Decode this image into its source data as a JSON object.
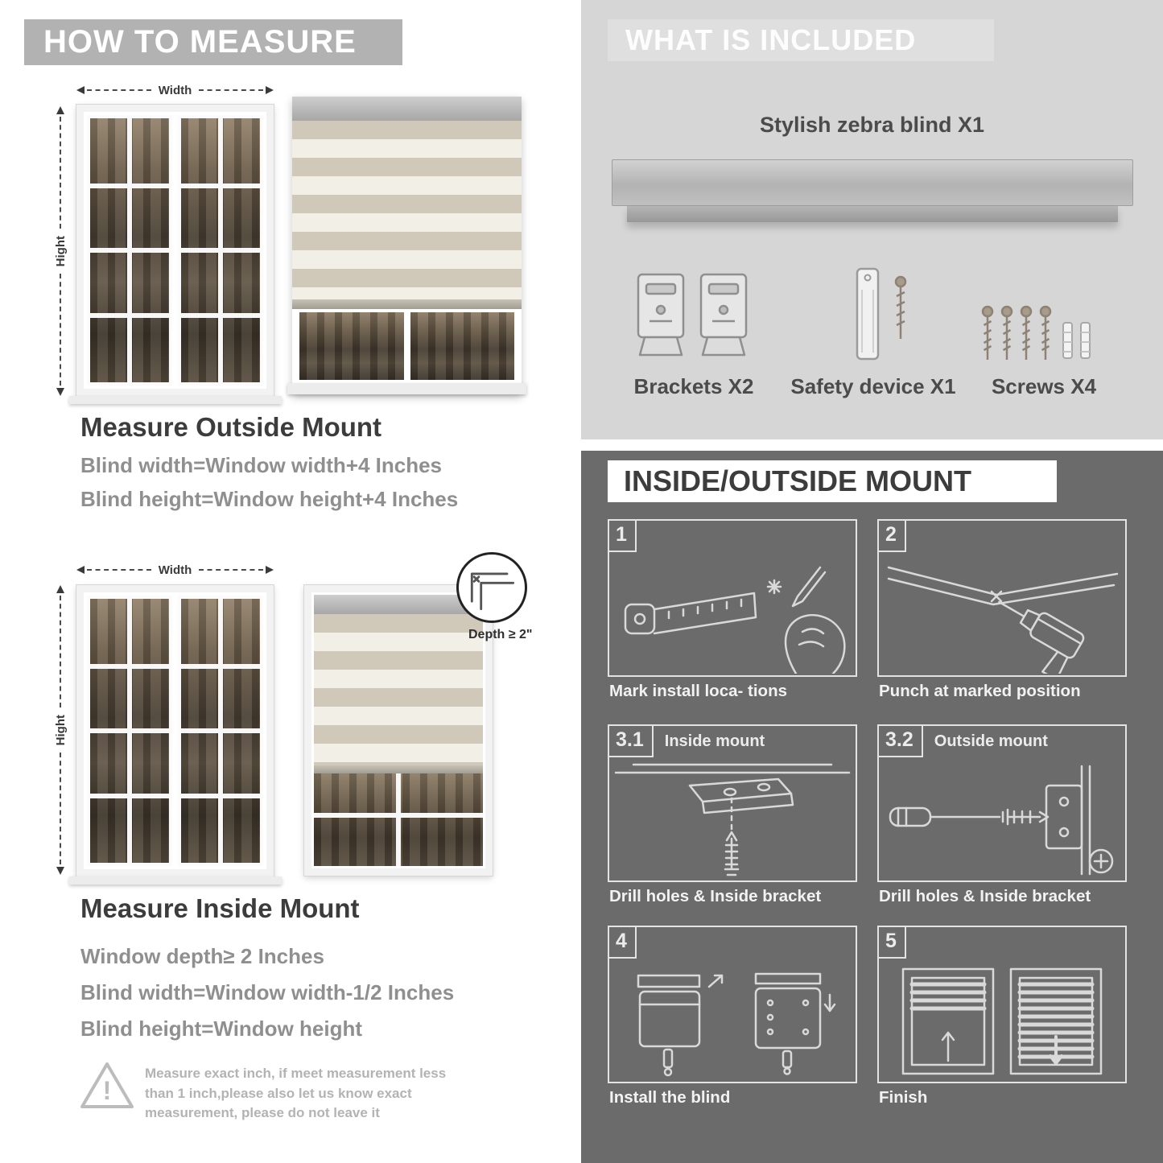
{
  "colors": {
    "left_banner": "#b2b2b2",
    "included_panel": "#d6d6d6",
    "mount_panel": "#6b6b6b",
    "heading": "#3c3c3c",
    "subtext": "#8f8f8f",
    "zebra_stripe": "#d0c9ba"
  },
  "how_to_measure": {
    "header": "HOW TO MEASURE",
    "width_label": "Width",
    "height_label": "Hight",
    "outside": {
      "title": "Measure Outside Mount",
      "line1": "Blind width=Window width+4 Inches",
      "line2": "Blind height=Window height+4 Inches"
    },
    "inside": {
      "depth_callout": "Depth ≥ 2\"",
      "title": "Measure Inside Mount",
      "line1": "Window depth≥ 2 Inches",
      "line2": "Blind width=Window width-1/2 Inches",
      "line3": "Blind height=Window height"
    },
    "warning_mark": "!",
    "note": "Measure exact inch, if meet measurement less than 1 inch,please also let us know exact measurement, please do not leave it"
  },
  "included": {
    "header": "WHAT IS INCLUDED",
    "blind_label": "Stylish zebra blind X1",
    "items": [
      {
        "label": "Brackets X2"
      },
      {
        "label": "Safety device X1"
      },
      {
        "label": "Screws X4"
      }
    ]
  },
  "mount_guide": {
    "header": "INSIDE/OUTSIDE MOUNT",
    "steps": [
      {
        "num": "1",
        "label": "",
        "caption": "Mark install loca- tions"
      },
      {
        "num": "2",
        "label": "",
        "caption": "Punch at  marked position"
      },
      {
        "num": "3.1",
        "label": "Inside mount",
        "caption": "Drill holes &  Inside bracket"
      },
      {
        "num": "3.2",
        "label": "Outside mount",
        "caption": "Drill holes &  Inside bracket"
      },
      {
        "num": "4",
        "label": "",
        "caption": "Install the blind"
      },
      {
        "num": "5",
        "label": "",
        "caption": "Finish"
      }
    ]
  }
}
